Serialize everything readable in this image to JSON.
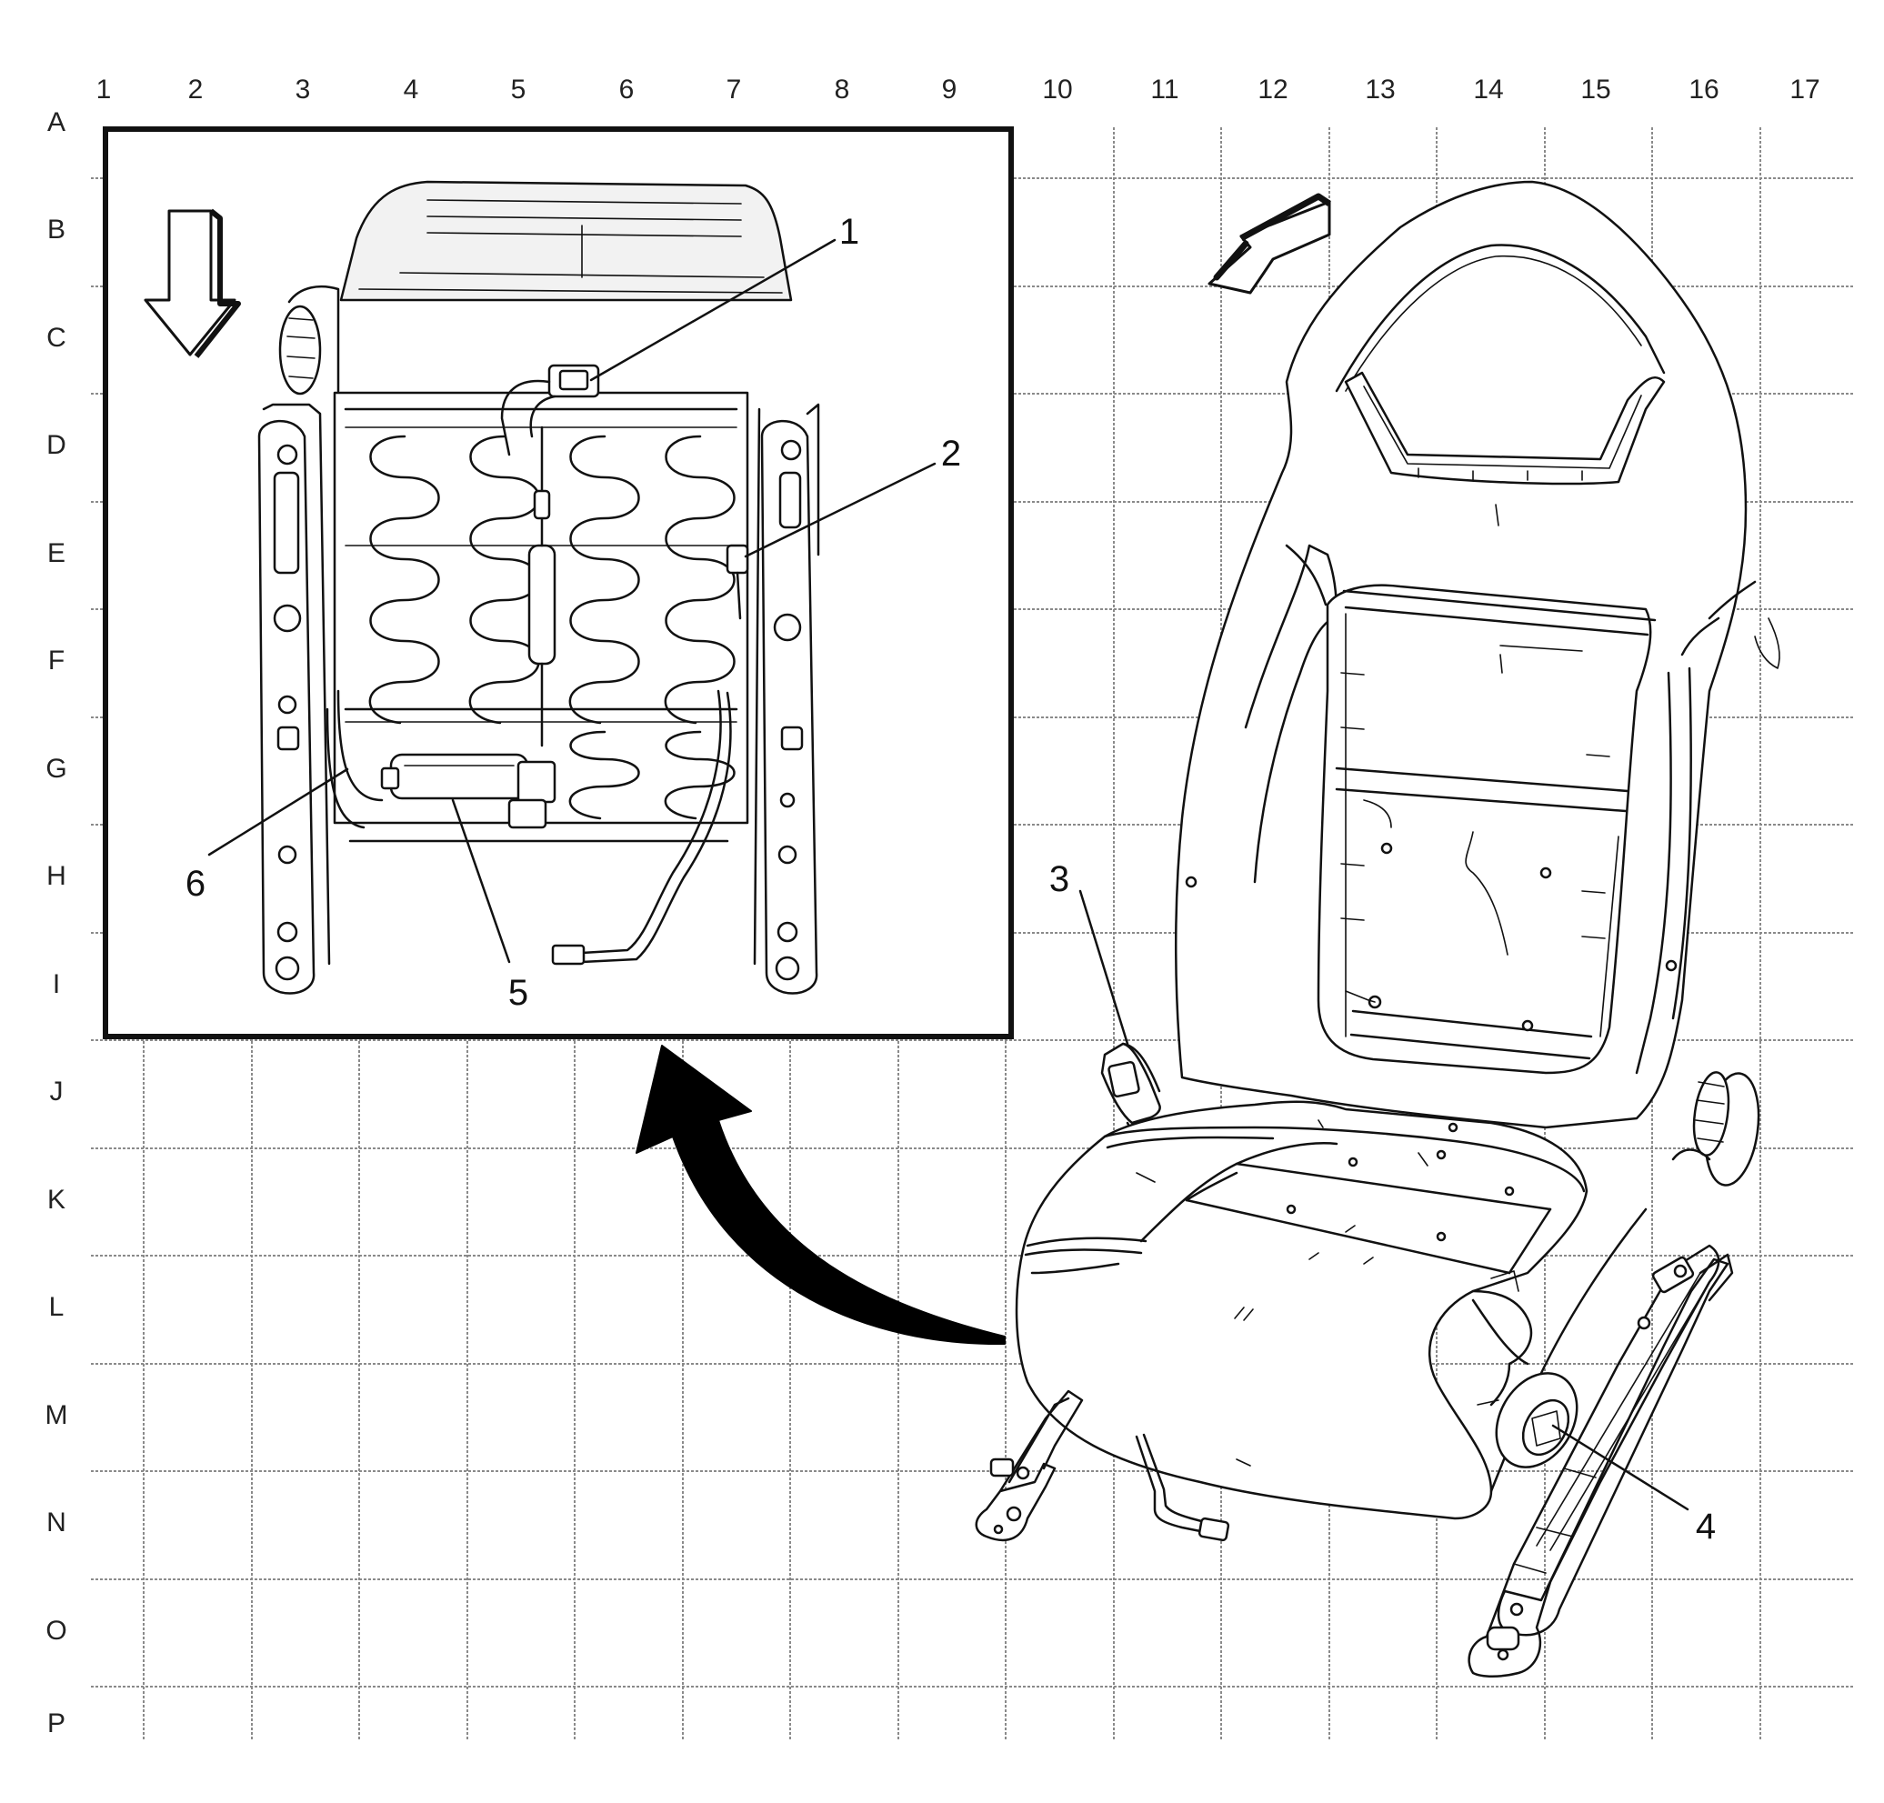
{
  "grid": {
    "columns": [
      "1",
      "2",
      "3",
      "4",
      "5",
      "6",
      "7",
      "8",
      "9",
      "10",
      "11",
      "12",
      "13",
      "14",
      "15",
      "16",
      "17"
    ],
    "rows": [
      "A",
      "B",
      "C",
      "D",
      "E",
      "F",
      "G",
      "H",
      "I",
      "J",
      "K",
      "L",
      "M",
      "N",
      "O",
      "P"
    ]
  },
  "callouts": [
    {
      "id": "1",
      "label": "1"
    },
    {
      "id": "2",
      "label": "2"
    },
    {
      "id": "3",
      "label": "3"
    },
    {
      "id": "4",
      "label": "4"
    },
    {
      "id": "5",
      "label": "5"
    },
    {
      "id": "6",
      "label": "6"
    }
  ],
  "icons": {
    "view_direction_inset": "down-arrow-icon",
    "view_direction_seat": "diagonal-arrow-icon",
    "detail_pointer": "curved-arrow-icon"
  },
  "colors": {
    "line": "#111111",
    "grid": "#8a8a8a",
    "background": "#ffffff"
  }
}
